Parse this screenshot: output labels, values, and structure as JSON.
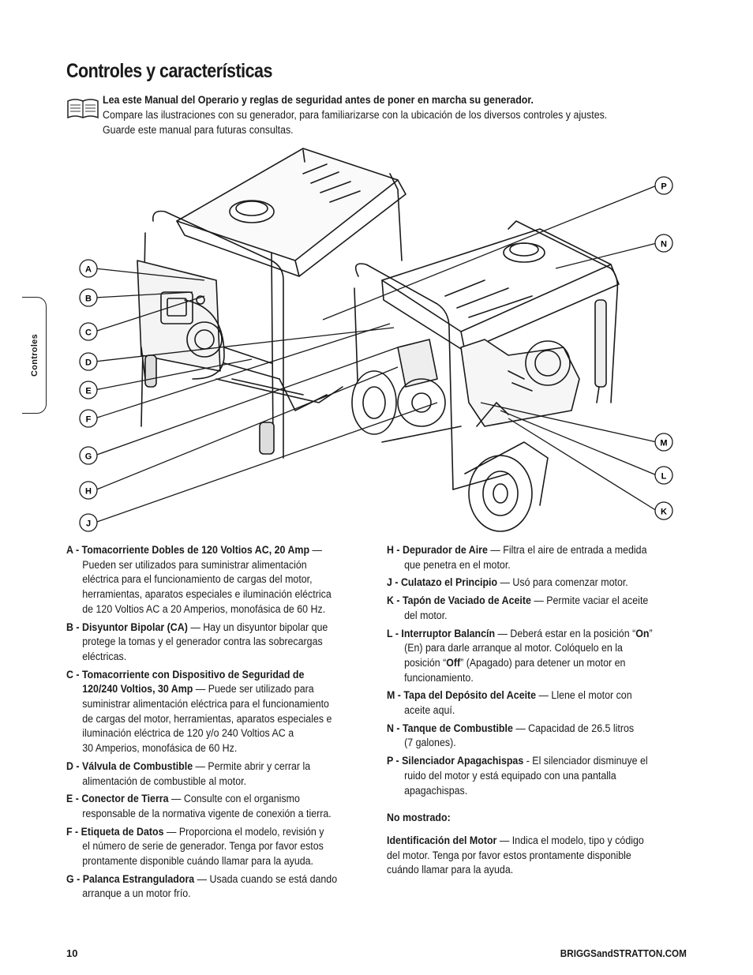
{
  "page": {
    "title": "Controles y características",
    "side_tab": "Controles",
    "page_number": "10",
    "website": "BRIGGSandSTRATTON.COM"
  },
  "intro": {
    "bold_line": "Lea este Manual del Operario y reglas de seguridad antes de poner en marcha su generador.",
    "line2": "Compare las ilustraciones con su generador, para familiarizarse con la ubicación de los diversos controles y ajustes.",
    "line3": "Guarde este manual para futuras consultas."
  },
  "callouts": [
    "A",
    "B",
    "C",
    "D",
    "E",
    "F",
    "G",
    "H",
    "J",
    "P",
    "N",
    "M",
    "L",
    "K"
  ],
  "left_entries": {
    "a": {
      "term": "A - Tomacorriente Dobles de 120 Voltios AC, 20 Amp",
      "l1": " —",
      "l2": "Pueden ser utilizados para suministrar alimentación",
      "l3": "eléctrica para el funcionamiento de cargas del motor,",
      "l4": "herramientas, aparatos especiales e iluminación eléctrica",
      "l5": "de 120 Voltios AC a 20 Amperios, monofásica de 60 Hz."
    },
    "b": {
      "term": "B - Disyuntor Bipolar (CA)",
      "l1": " — Hay un disyuntor bipolar que",
      "l2": "protege la tomas y el generador contra las sobrecargas",
      "l3": "eléctricas."
    },
    "c": {
      "term1": "C - Tomacorriente con Dispositivo de Seguridad de",
      "term2": "120/240 Voltios, 30 Amp",
      "l1": " — Puede ser utilizado para",
      "l2": "suministrar alimentación eléctrica para el funcionamiento",
      "l3": "de cargas del motor, herramientas, aparatos especiales e",
      "l4": "iluminación eléctrica de 120 y/o 240 Voltios AC a",
      "l5": "30 Amperios, monofásica de 60 Hz."
    },
    "d": {
      "term": "D - Válvula de Combustible",
      "l1": " — Permite abrir y cerrar la",
      "l2": "alimentación de combustible al motor."
    },
    "e": {
      "term": "E - Conector de Tierra",
      "l1": " — Consulte con el organismo",
      "l2": "responsable de la normativa vigente de conexión a tierra."
    },
    "f": {
      "term": "F - Etiqueta de Datos",
      "l1": " — Proporciona el modelo, revisión y",
      "l2": "el número de serie de generador. Tenga por favor estos",
      "l3": "prontamente disponible cuándo llamar para la ayuda."
    },
    "g": {
      "term": "G - Palanca Estranguladora",
      "l1": " — Usada cuando se está dando",
      "l2": "arranque a un motor frío."
    }
  },
  "right_entries": {
    "h": {
      "term": "H - Depurador de Aire",
      "l1": " — Filtra el aire de entrada a medida",
      "l2": "que penetra en el motor."
    },
    "j": {
      "term": "J - Culatazo el Principio",
      "l1": " — Usó para comenzar motor."
    },
    "k": {
      "term": "K - Tapón de Vaciado de Aceite",
      "l1": " — Permite vaciar el aceite",
      "l2": "del motor."
    },
    "l": {
      "term": "L - Interruptor Balancín",
      "l1a": " — Deberá estar en la posición “",
      "on": "On",
      "l1b": "”",
      "l2": "(En) para darle arranque al motor. Colóquelo en la",
      "l3a": "posición “",
      "off": "Off",
      "l3b": "” (Apagado) para detener un motor en",
      "l4": "funcionamiento."
    },
    "m": {
      "term": "M - Tapa del Depósito del Aceite",
      "l1": " — Llene el motor con",
      "l2": "aceite aquí."
    },
    "n": {
      "term": "N - Tanque de Combustible",
      "l1": " — Capacidad de 26.5 litros",
      "l2": "(7 galones)."
    },
    "p": {
      "term": "P - Silenciador Apagachispas",
      "l1": " - El silenciador disminuye el",
      "l2": "ruido del motor y está equipado con una pantalla",
      "l3": "apagachispas."
    },
    "not_shown": {
      "heading": "No mostrado:",
      "term": "Identificación del Motor",
      "l1": " — Indica el modelo, tipo y código",
      "l2": "del motor. Tenga por favor estos prontamente disponible",
      "l3": "cuándo llamar para la ayuda."
    }
  }
}
